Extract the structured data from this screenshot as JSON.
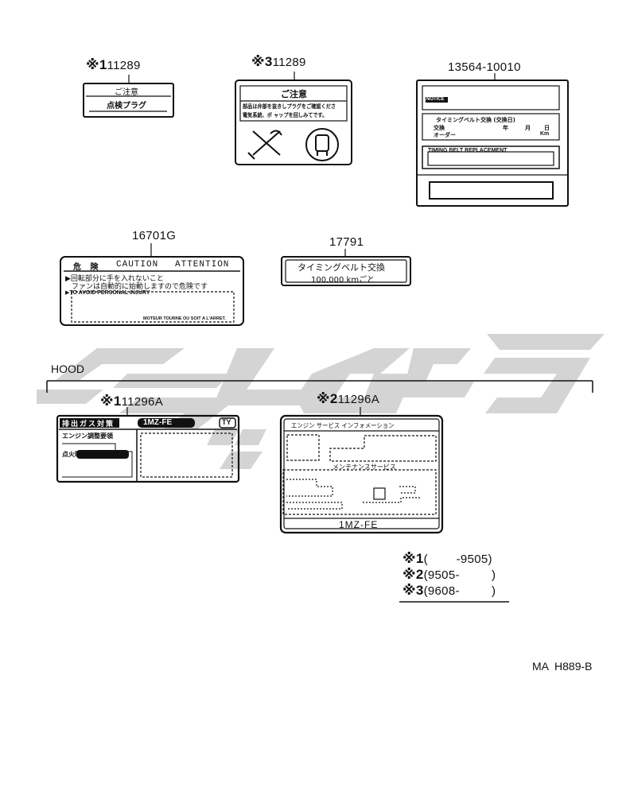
{
  "watermark": {
    "color": "#d4d4d4"
  },
  "parts": {
    "p11289_1": {
      "marker": "※1",
      "number": "11289",
      "header": "ご注意",
      "body": "点検プラグ"
    },
    "p11289_3": {
      "marker": "※3",
      "number": "11289",
      "header": "ご注意",
      "line1": "部品は弁部を抜きしプラグをご確認くださ",
      "line2": "電気系統、ボ ャップを回しみてです。"
    },
    "p13564": {
      "number": "13564-10010",
      "tag": "NOTICE",
      "row_title": "タイミングベルト交換 (交換日)",
      "row_label1": "交換",
      "row_label2": "オーダー",
      "unit_y": "年",
      "unit_m": "月",
      "unit_d": "日",
      "unit_km": "Km",
      "bar_text": "TIMING BELT REPLACEMENT"
    },
    "p16701": {
      "number": "16701G",
      "header_jp": "危 険",
      "header_caution": "CAUTION",
      "header_attention": "ATTENTION",
      "jp_line1": "▶回転部分に手を入れないこと",
      "jp_line2": "ファンは自動的に始動しますので危険です",
      "en_line": "▶TO AVOID PERSONAL INJURY",
      "fr_line": "MOTEUR TOURNE OU SOIT A L'ARRET."
    },
    "p17791": {
      "number": "17791",
      "line1": "タイミングベルト交換",
      "line2": "100,000 kmごと"
    },
    "p11296A_1": {
      "marker": "※1",
      "number": "11296A",
      "header": "排出ガス対策",
      "engine": "1MZ-FE",
      "right_tag": "TY",
      "row1": "エンジン調整要領",
      "row2": "点火時期(OBD)"
    },
    "p11296A_2": {
      "marker": "※2",
      "number": "11296A",
      "header": "エンジン サービス インフォメーション",
      "maint": "メンテナンスサービス",
      "footer": "1MZ-FE"
    }
  },
  "hood": {
    "label": "HOOD"
  },
  "legend": [
    {
      "marker": "※1",
      "range": "(        -9505)"
    },
    {
      "marker": "※2",
      "range": "(9505-         )"
    },
    {
      "marker": "※3",
      "range": "(9608-         )"
    }
  ],
  "code": "MA  H889-B"
}
